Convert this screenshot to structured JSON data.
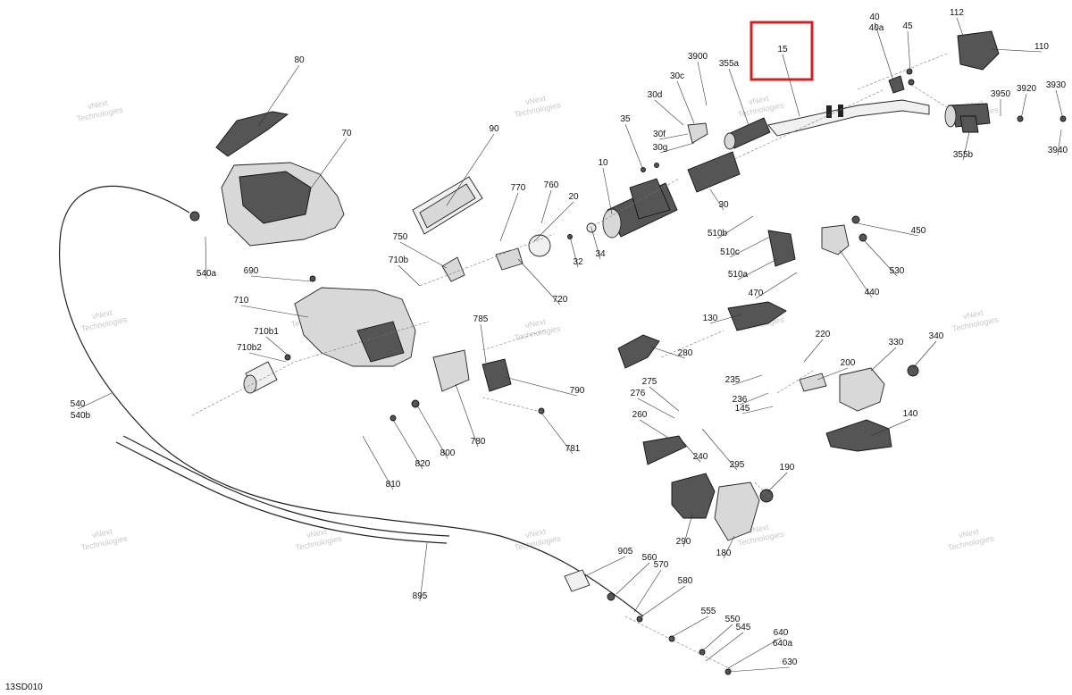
{
  "diagram": {
    "drawing_code": "13SD010",
    "highlighted_callout": "15",
    "watermark": [
      "vNext",
      "Technologies"
    ],
    "callouts": [
      "80",
      "70",
      "540a",
      "690",
      "710",
      "710b1",
      "710b2",
      "540",
      "540b",
      "895",
      "90",
      "770",
      "760",
      "20",
      "750",
      "710b",
      "32",
      "34",
      "720",
      "785",
      "790",
      "780",
      "800",
      "820",
      "810",
      "781",
      "10",
      "35",
      "30",
      "3900",
      "30c",
      "30d",
      "30f",
      "30g",
      "355a",
      "15",
      "40",
      "40a",
      "45",
      "112",
      "110",
      "3950",
      "3920",
      "3930",
      "3940",
      "355b",
      "510b",
      "510c",
      "510a",
      "470",
      "450",
      "530",
      "440",
      "130",
      "280",
      "275",
      "276",
      "260",
      "240",
      "295",
      "220",
      "200",
      "235",
      "236",
      "145",
      "330",
      "340",
      "140",
      "190",
      "290",
      "180",
      "905",
      "560",
      "570",
      "580",
      "555",
      "550",
      "545",
      "640",
      "640a",
      "630"
    ]
  }
}
